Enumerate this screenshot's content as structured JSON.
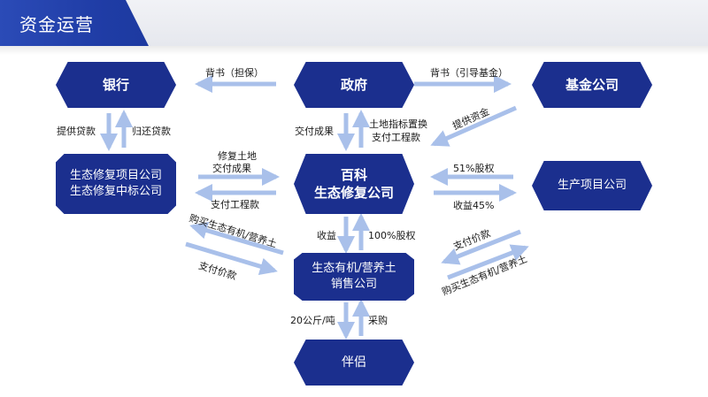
{
  "header": {
    "title": "资金运营"
  },
  "nodes": {
    "bank": "银行",
    "government": "政府",
    "fund_company": "基金公司",
    "eco_project_company_line1": "生态修复项目公司",
    "eco_project_company_line2": "生态修复中标公司",
    "baike_line1": "百科",
    "baike_line2": "生态修复公司",
    "production_project_company": "生产项目公司",
    "organic_soil_sales_line1": "生态有机/营养土",
    "organic_soil_sales_line2": "销售公司",
    "partner": "伴侣"
  },
  "labels": {
    "endorse_guarantee": "背书（担保）",
    "endorse_guide_fund": "背书（引导基金）",
    "provide_loan": "提供贷款",
    "repay_loan": "归还贷款",
    "deliver_results": "交付成果",
    "land_index_line1": "土地指标置换",
    "land_index_line2": "支付工程款",
    "provide_funds": "提供资金",
    "restore_land_line1": "修复土地",
    "restore_land_line2": "交付成果",
    "pay_project_funds": "支付工程款",
    "equity_51": "51%股权",
    "income_45": "收益45%",
    "buy_soil_left": "购买生态有机/营养土",
    "pay_price_left": "支付价款",
    "income": "收益",
    "equity_100": "100%股权",
    "pay_price_right": "支付价款",
    "buy_soil_right": "购买生态有机/营养土",
    "per_20kg_ton": "20公斤/吨",
    "purchase": "采购"
  },
  "colors": {
    "node": "#1b2f8e",
    "arrow": "#a9c0ea",
    "header": "#2343ad"
  }
}
